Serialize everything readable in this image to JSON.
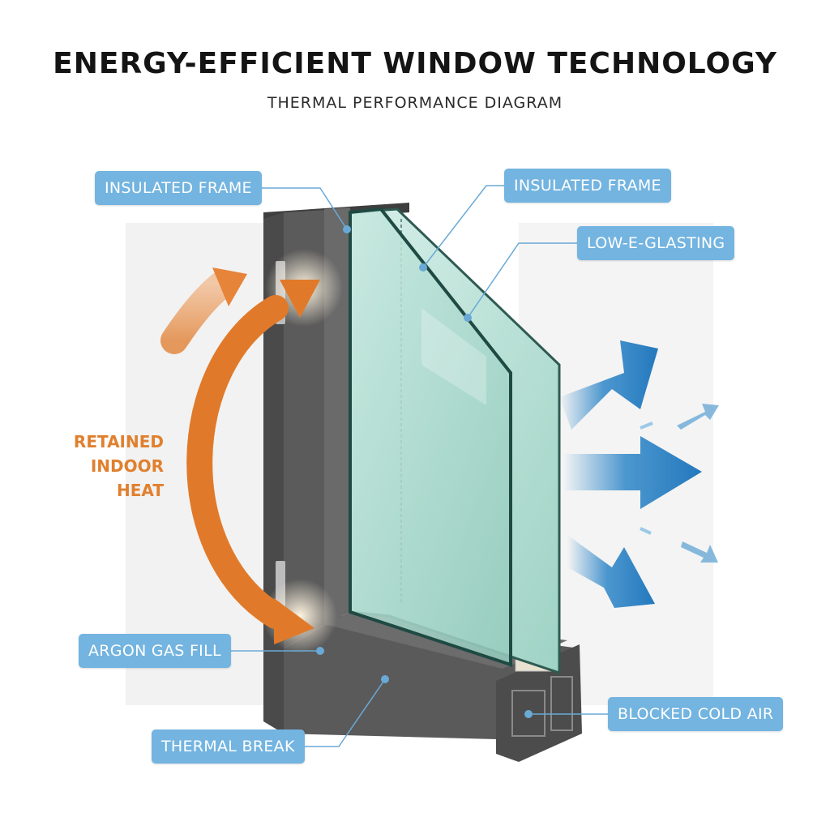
{
  "title": "ENERGY-EFFICIENT WINDOW TECHNOLOGY",
  "subtitle": "THERMAL PERFORMANCE DIAGRAM",
  "callouts": {
    "insulated_frame_left": "INSULATED FRAME",
    "insulated_frame_right": "INSULATED FRAME",
    "low_e_glazing": "LOW-E-GLASTING",
    "argon_gas_fill": "ARGON GAS FILL",
    "thermal_break": "THERMAL BREAK",
    "blocked_cold_air": "BLOCKED COLD AIR"
  },
  "heat_label": [
    "RETAINED",
    "INDOOR",
    "HEAT"
  ],
  "colors": {
    "callout_bg": "#73b4e0",
    "callout_line": "#6aa9d6",
    "heat_arrow": "#e07a2a",
    "cold_arrow": "#2e86c8",
    "frame": "#5e5e5e",
    "glass": "#a8d8cc"
  }
}
